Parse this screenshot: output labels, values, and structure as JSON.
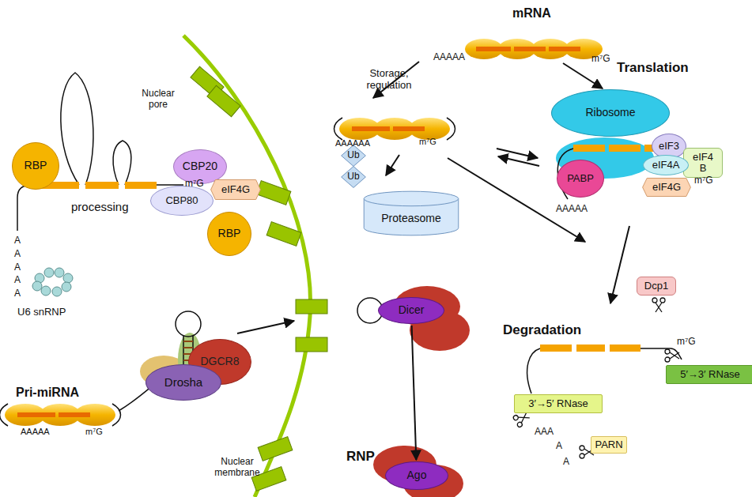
{
  "diagram": {
    "nodes": [
      {
        "text": [
          "RBP"
        ]
      },
      {
        "text": [
          "CBP20"
        ]
      },
      {
        "text": [
          "eIF4G"
        ]
      },
      {
        "text": [
          "CBP80"
        ]
      },
      {
        "text": [
          "RBP"
        ]
      },
      {
        "text": [
          "DGCR8"
        ]
      },
      {
        "text": [
          "Drosha"
        ]
      },
      {
        "text": [
          "Ub"
        ]
      },
      {
        "text": [
          "Ub"
        ]
      },
      {
        "text": [
          "Proteasome"
        ]
      },
      {
        "text": [
          "Dicer"
        ]
      },
      {
        "text": [
          "Ago"
        ]
      },
      {
        "text": [
          "Ribosome"
        ]
      },
      {
        "text": [
          "eIF3"
        ]
      },
      {
        "text": [
          "eIF4 B"
        ]
      },
      {
        "text": [
          "eIF4A"
        ]
      },
      {
        "text": [
          "PABP"
        ]
      },
      {
        "text": [
          "eIF4G"
        ]
      },
      {
        "text": [
          "Dcp1"
        ]
      },
      {
        "text": [
          "5′→3′ RNase"
        ]
      },
      {
        "text": [
          "3′→5′ RNase"
        ]
      },
      {
        "text": [
          "PARN"
        ]
      }
    ],
    "edges": [
      {
        "from": 10,
        "to": 11,
        "arrow": "to"
      }
    ],
    "labels": [
      "mRNA",
      "AAAAA",
      "m⁷G",
      "Storage, regulation",
      "Translation",
      "Nuclear pore",
      "AAAAAA",
      "m⁷G",
      "processing",
      "m⁷G",
      "AAAAA",
      "U6 snRNP",
      "AAAAA",
      "m⁷G",
      "Degradation",
      "m⁷G",
      "AAA",
      "A",
      "A",
      "Pri-miRNA",
      "AAAAA",
      "m⁷G",
      "RNP",
      "Nuclear membrane"
    ]
  }
}
